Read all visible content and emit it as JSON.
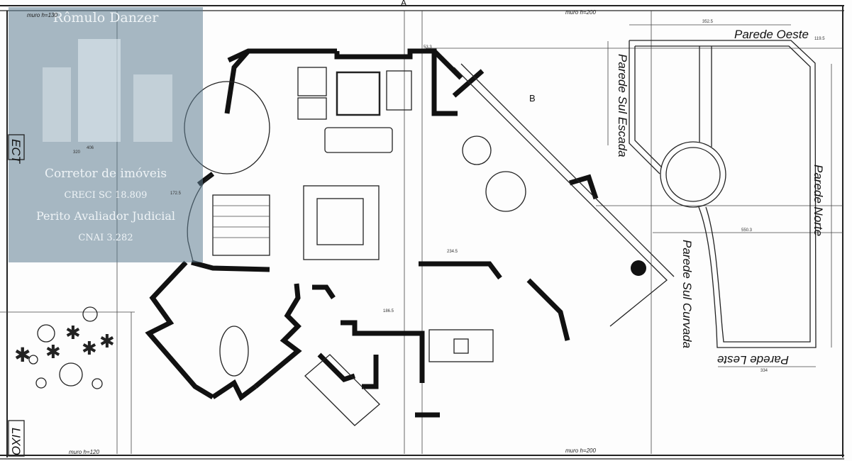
{
  "watermark": {
    "name": "Rômulo Danzer",
    "role": "Corretor de imóveis",
    "creci": "CRECI SC 18.809",
    "perito": "Perito Avaliador Judicial",
    "cnai": "CNAI 3.282"
  },
  "pool_labels": {
    "oeste": "Parede Oeste",
    "sul_escada": "Parede Sul Escada",
    "norte": "Parede Norte",
    "sul_curvada": "Parede Sul Curvada",
    "leste": "Parede Leste"
  },
  "site_labels": {
    "wall_top": "muro h=200",
    "wall_bottom_right": "muro h=200",
    "wall_bottom_left": "muro h=120",
    "wall_top_left": "muro h=130",
    "ect": "ECT",
    "lixo": "LIXO",
    "section_a": "A",
    "section_b": "B"
  },
  "dimensions": {
    "pool_top": "352.5",
    "pool_corner": "119.5",
    "pool_bottom": "334",
    "pool_mid": "550.3",
    "stair_left": "406",
    "stair_left2": "320",
    "stair_dim": "172.5",
    "kitchen": "234.5",
    "hall": "186.5",
    "wc": "53.3"
  }
}
